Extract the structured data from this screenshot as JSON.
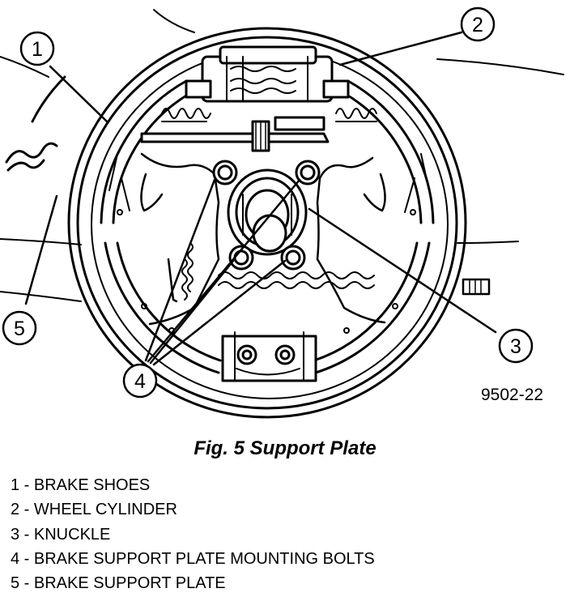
{
  "figure": {
    "code": "9502-22",
    "caption": "Fig. 5 Support Plate"
  },
  "callouts": [
    {
      "number": "1"
    },
    {
      "number": "2"
    },
    {
      "number": "3"
    },
    {
      "number": "4"
    },
    {
      "number": "5"
    }
  ],
  "legend": [
    {
      "number": "1",
      "text": "1 - BRAKE SHOES"
    },
    {
      "number": "2",
      "text": "2 - WHEEL CYLINDER"
    },
    {
      "number": "3",
      "text": "3 - KNUCKLE"
    },
    {
      "number": "4",
      "text": "4 - BRAKE SUPPORT PLATE MOUNTING BOLTS"
    },
    {
      "number": "5",
      "text": "5 - BRAKE SUPPORT PLATE"
    }
  ]
}
